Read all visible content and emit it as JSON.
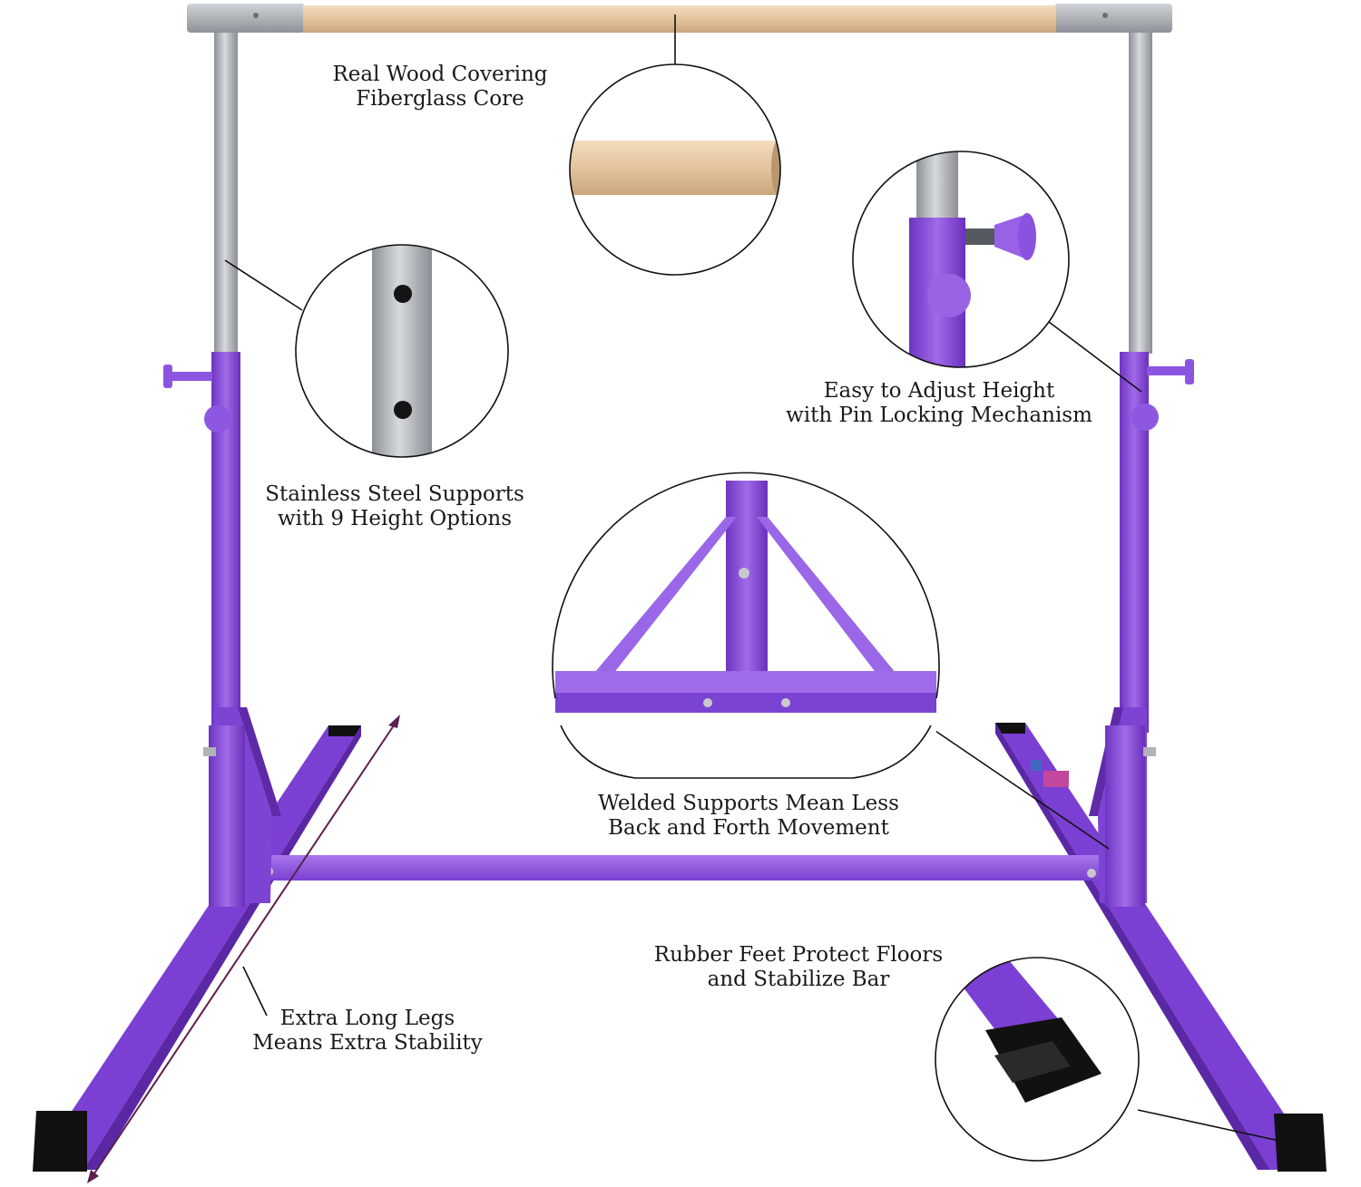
{
  "callouts": {
    "wood": {
      "line1": "Real Wood Covering",
      "line2": "Fiberglass Core"
    },
    "steel": {
      "line1": "Stainless Steel Supports",
      "line2": "with 9 Height Options"
    },
    "adjust": {
      "line1": "Easy to Adjust Height",
      "line2": "with Pin Locking Mechanism"
    },
    "welded": {
      "line1": "Welded Supports Mean Less",
      "line2": "Back and Forth Movement"
    },
    "rubber": {
      "line1": "Rubber Feet Protect Floors",
      "line2": "and Stabilize Bar"
    },
    "legs": {
      "line1": "Extra Long Legs",
      "line2": "Means Extra Stability"
    }
  },
  "colors": {
    "purple": "#8f4fe0",
    "purple_dark": "#6a2fb8",
    "purple_light": "#a874ee",
    "steel": "#a9adb3",
    "wood": "#e7c9a3",
    "rubber": "#111111",
    "arrow": "#5a1f4e"
  }
}
